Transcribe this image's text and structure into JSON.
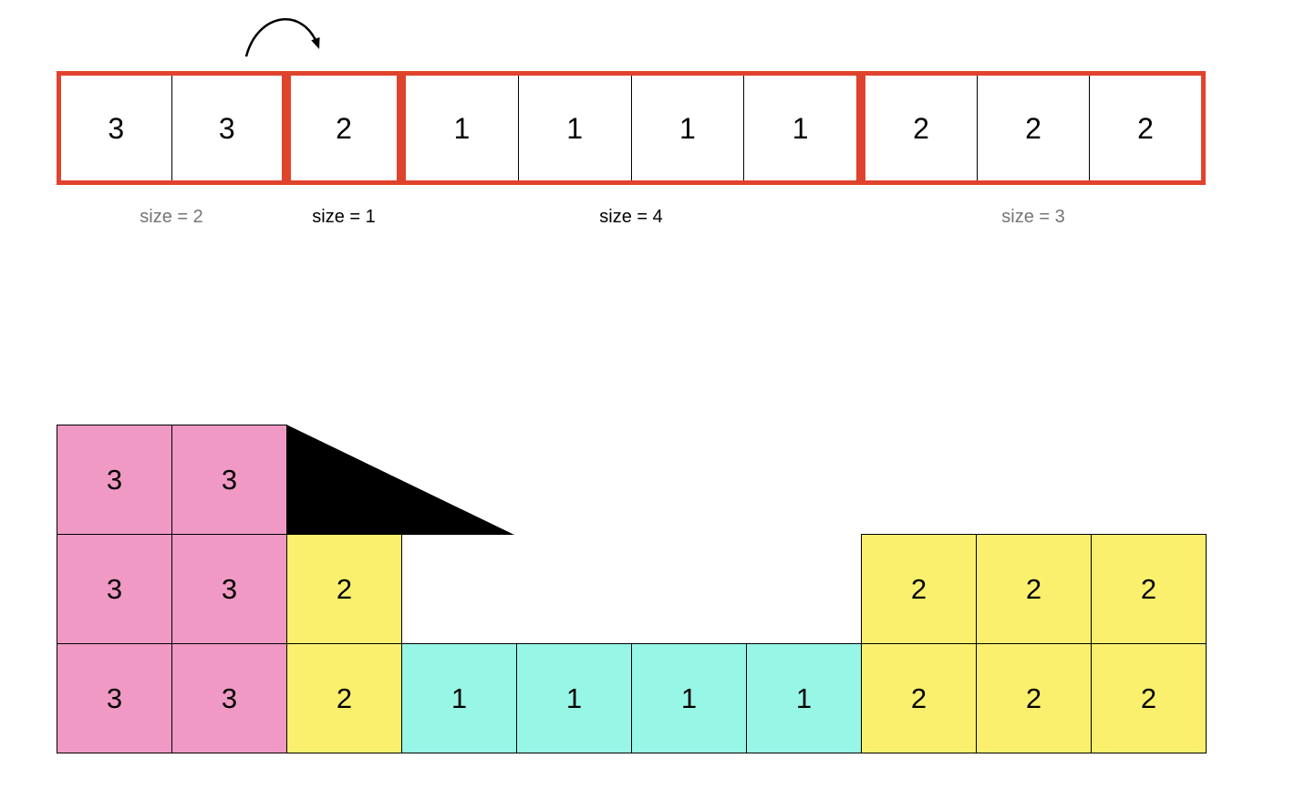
{
  "colors": {
    "red": "#E0432D",
    "pink": "#F099C5",
    "yellow": "#FAF06E",
    "cyan": "#98F6E7",
    "gray_label": "#757575",
    "ink": "#000000",
    "bg": "#ffffff"
  },
  "array": {
    "groups": [
      {
        "label": "size = 2",
        "label_color": "gray",
        "cells": [
          "3",
          "3"
        ]
      },
      {
        "label": "size = 1",
        "label_color": "black",
        "cells": [
          "2"
        ]
      },
      {
        "label": "size = 4",
        "label_color": "black",
        "cells": [
          "1",
          "1",
          "1",
          "1"
        ]
      },
      {
        "label": "size = 3",
        "label_color": "gray",
        "cells": [
          "2",
          "2",
          "2"
        ]
      }
    ]
  },
  "stacks": {
    "pink_cells": [
      "3",
      "3",
      "3",
      "3",
      "3",
      "3"
    ],
    "yellow_left_cells": [
      "2",
      "2"
    ],
    "cyan_cells": [
      "1",
      "1",
      "1",
      "1"
    ],
    "yellow_right_cells": [
      "2",
      "2",
      "2",
      "2",
      "2",
      "2"
    ]
  },
  "icons": {
    "arrow": "curved-move-arrow",
    "triangle": "slide-down-triangle"
  }
}
